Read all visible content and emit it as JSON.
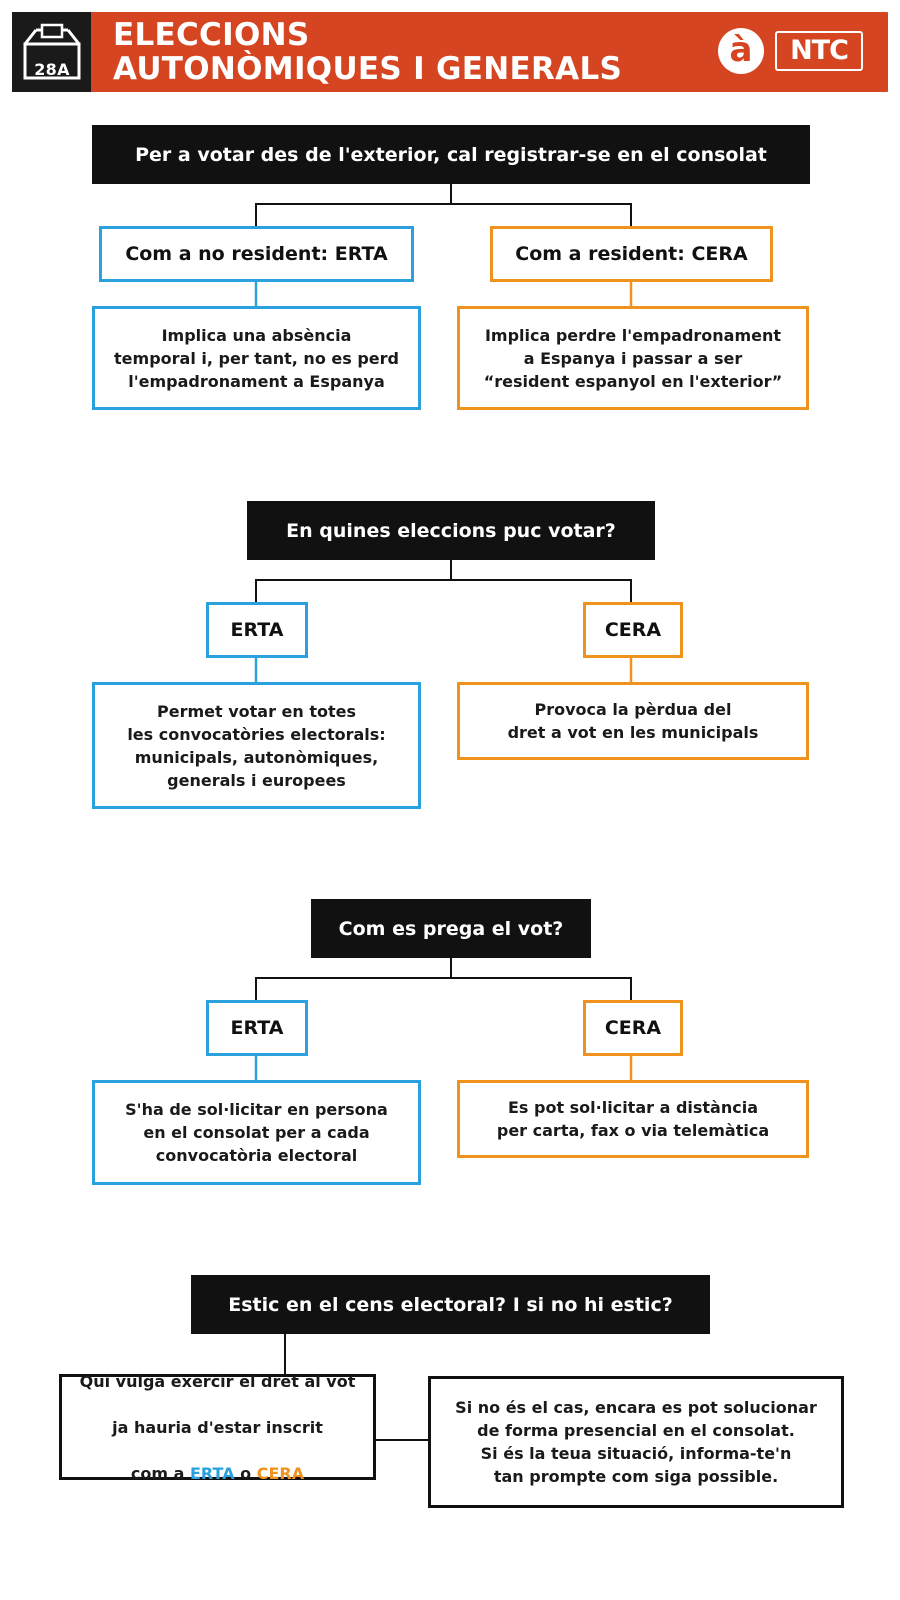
{
  "header": {
    "badge_label": "28A",
    "title_line1": "ELECCIONS",
    "title_line2": "AUTONÒMIQUES I GENERALS",
    "logo_a": "à",
    "logo_ntc": "NTC",
    "brand_color": "#d54521"
  },
  "sections": [
    {
      "question": "Per a votar des de l'exterior, cal registrar-se en el consolat",
      "left_label": "Com a no resident: ERTA",
      "left_text": "Implica una absència\ntemporal i, per tant, no es perd\nl'empadronament a Espanya",
      "right_label": "Com a resident: CERA",
      "right_text": "Implica perdre l'empadronament\na Espanya i passar a ser\n“resident espanyol en l'exterior”"
    },
    {
      "question": "En quines eleccions puc votar?",
      "left_label": "ERTA",
      "left_text": "Permet votar en totes\nles convocatòries electorals:\nmunicipals, autonòmiques,\ngenerals i europees",
      "right_label": "CERA",
      "right_text": "Provoca la pèrdua del\ndret a vot en les municipals"
    },
    {
      "question": "Com es prega el vot?",
      "left_label": "ERTA",
      "left_text": "S'ha de sol·licitar en persona\nen el consolat per a cada\nconvocatòria electoral",
      "right_label": "CERA",
      "right_text": "Es pot sol·licitar a distància\nper carta, fax o via telemàtica"
    },
    {
      "question": "Estic en el cens electoral? I si no hi estic?",
      "left_text_line1": "Qui vulga exercir el dret al vot",
      "left_text_line2": "ja hauria d'estar inscrit",
      "left_text_line3_pre": "com a ",
      "left_text_erta": "ERTA",
      "left_text_mid": " o ",
      "left_text_cera": "CERA",
      "right_text": "Si no és el cas, encara es pot solucionar\nde forma presencial en el consolat.\nSi és la teua situació, informa-te'n\ntan prompte com siga possible."
    }
  ],
  "colors": {
    "erta": "#2aa0dc",
    "cera": "#f0921e"
  }
}
